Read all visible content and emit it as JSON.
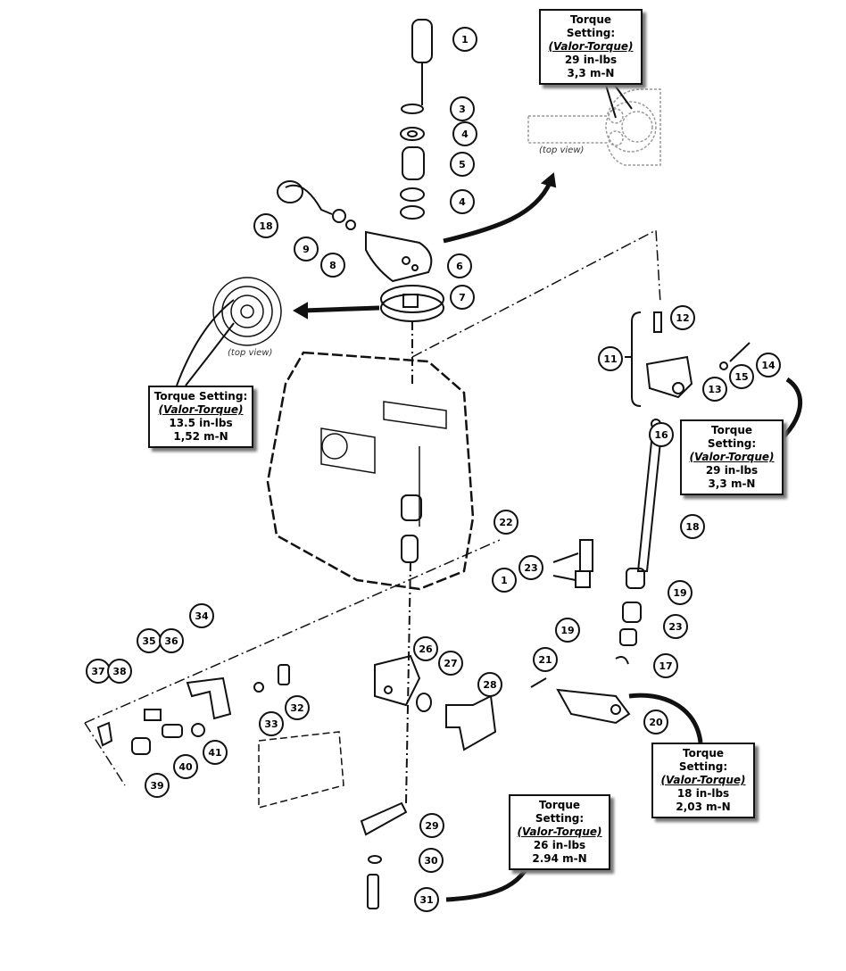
{
  "torque_boxes": [
    {
      "title": "Torque Setting:",
      "subtitle": "(Valor-Torque)",
      "line1": "29 in-lbs",
      "line2": "3,3 m-N"
    },
    {
      "title": "Torque Setting:",
      "subtitle": "(Valor-Torque)",
      "line1": "13.5 in-lbs",
      "line2": "1,52 m-N"
    },
    {
      "title": "Torque Setting:",
      "subtitle": "(Valor-Torque)",
      "line1": "29 in-lbs",
      "line2": "3,3 m-N"
    },
    {
      "title": "Torque Setting:",
      "subtitle": "(Valor-Torque)",
      "line1": "18 in-lbs",
      "line2": "2,03 m-N"
    },
    {
      "title": "Torque Setting:",
      "subtitle": "(Valor-Torque)",
      "line1": "26 in-lbs",
      "line2": "2.94 m-N"
    }
  ],
  "top_view_labels": [
    "(top view)",
    "(top view)"
  ],
  "callouts": [
    "1",
    "3",
    "4",
    "5",
    "4",
    "6",
    "7",
    "18",
    "9",
    "8",
    "12",
    "11",
    "15",
    "14",
    "13",
    "16",
    "18",
    "22",
    "1",
    "23",
    "19",
    "23",
    "19",
    "17",
    "21",
    "20",
    "26",
    "27",
    "28",
    "34",
    "35",
    "36",
    "37",
    "38",
    "32",
    "33",
    "41",
    "40",
    "39",
    "29",
    "30",
    "31"
  ]
}
